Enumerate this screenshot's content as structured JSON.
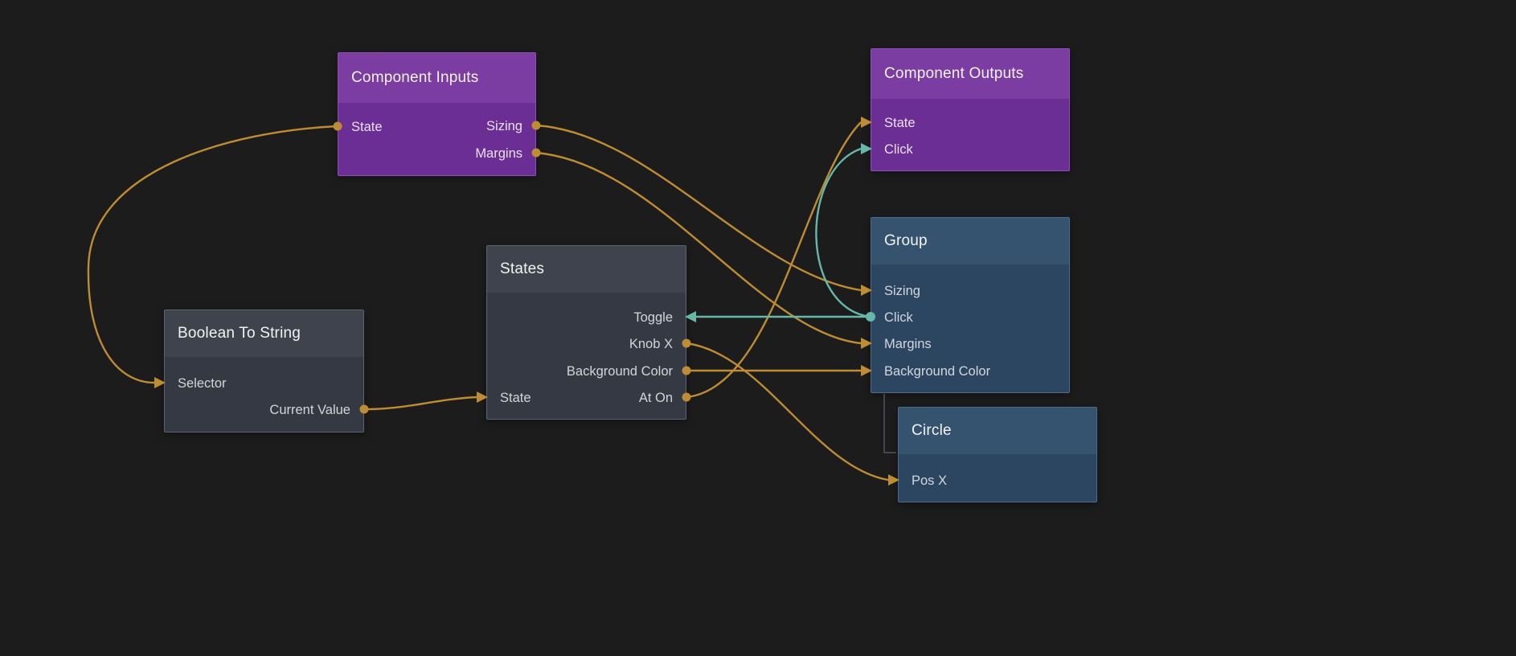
{
  "editor": {
    "name": "node graph canvas"
  },
  "colors": {
    "background": "#1c1c1c",
    "wire_data": "#bd8c33",
    "wire_signal": "#66b9a9",
    "node_purple_header": "#7c3da2",
    "node_purple_body": "#6b2e94",
    "node_gray_header": "#3e434e",
    "node_gray_body": "#343943",
    "node_blue_header": "#35536f",
    "node_blue_body": "#2c4560"
  },
  "nodes": [
    {
      "title": "Component Inputs",
      "color": "purple",
      "ports": [
        {
          "label": "State",
          "side": "left",
          "connector": "source-dot"
        },
        {
          "label": "Sizing",
          "side": "right",
          "connector": "source-dot"
        },
        {
          "label": "Margins",
          "side": "right",
          "connector": "source-dot"
        }
      ]
    },
    {
      "title": "Component Outputs",
      "color": "purple",
      "ports": [
        {
          "label": "State",
          "side": "left",
          "connector": "target-arrow"
        },
        {
          "label": "Click",
          "side": "left",
          "connector": "target-arrow"
        }
      ]
    },
    {
      "title": "Group",
      "color": "blue",
      "ports": [
        {
          "label": "Sizing",
          "side": "left",
          "connector": "target-arrow"
        },
        {
          "label": "Click",
          "side": "left",
          "connector": "source-dot",
          "kind": "signal"
        },
        {
          "label": "Margins",
          "side": "left",
          "connector": "target-arrow"
        },
        {
          "label": "Background Color",
          "side": "left",
          "connector": "target-arrow"
        }
      ]
    },
    {
      "title": "States",
      "color": "gray",
      "ports": [
        {
          "label": "Toggle",
          "side": "right",
          "connector": "target-arrow",
          "kind": "signal"
        },
        {
          "label": "Knob X",
          "side": "right",
          "connector": "source-dot"
        },
        {
          "label": "Background Color",
          "side": "right",
          "connector": "source-dot"
        },
        {
          "label": "At On",
          "side": "right",
          "connector": "source-dot"
        },
        {
          "label": "State",
          "side": "left",
          "connector": "target-arrow"
        }
      ]
    },
    {
      "title": "Boolean To String",
      "color": "gray",
      "ports": [
        {
          "label": "Selector",
          "side": "left",
          "connector": "target-arrow"
        },
        {
          "label": "Current Value",
          "side": "right",
          "connector": "source-dot"
        }
      ]
    },
    {
      "title": "Circle",
      "color": "blue",
      "ports": [
        {
          "label": "Pos X",
          "side": "left",
          "connector": "target-arrow"
        }
      ]
    }
  ],
  "connections": [
    {
      "from": "Component Inputs.State",
      "to": "Boolean To String.Selector",
      "kind": "data"
    },
    {
      "from": "Boolean To String.Current Value",
      "to": "States.State",
      "kind": "data"
    },
    {
      "from": "Component Inputs.Sizing",
      "to": "Group.Sizing",
      "kind": "data"
    },
    {
      "from": "Component Inputs.Margins",
      "to": "Group.Margins",
      "kind": "data"
    },
    {
      "from": "States.Knob X",
      "to": "Circle.Pos X",
      "kind": "data"
    },
    {
      "from": "States.Background Color",
      "to": "Group.Background Color",
      "kind": "data"
    },
    {
      "from": "States.At On",
      "to": "Component Outputs.State",
      "kind": "data"
    },
    {
      "from": "Group.Click",
      "to": "States.Toggle",
      "kind": "signal"
    },
    {
      "from": "Group.Click",
      "to": "Component Outputs.Click",
      "kind": "signal"
    }
  ],
  "hierarchy": [
    {
      "parent": "Group",
      "child": "Circle"
    }
  ]
}
